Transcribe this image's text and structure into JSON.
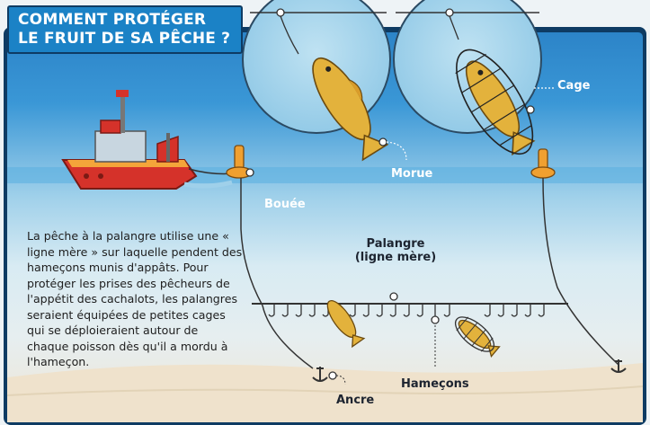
{
  "title": {
    "line1": "COMMENT PROTÉGER",
    "line2": "LE FRUIT DE SA PÊCHE ?"
  },
  "description": "La pêche à la palangre utilise une « ligne mère » sur laquelle pendent des hameçons munis d'appâts. Pour protéger les prises des pêcheurs de l'appétit des cachalots, les palangres seraient équipées de petites cages qui se déploieraient autour de chaque poisson dès qu'il a mordu à l'hameçon.",
  "labels": {
    "cage": "Cage",
    "morue": "Morue",
    "bouee": "Bouée",
    "palangre_line1": "Palangre",
    "palangre_line2": "(ligne mère)",
    "hamecons": "Hameçons",
    "ancre": "Ancre"
  },
  "colors": {
    "sea_top": "#2f8fd0",
    "sea_bottom": "#cfe3ec",
    "sand": "#efe3cf",
    "title_bg": "#1b82c6",
    "boat_red": "#d5322a",
    "fish": "#e3b23c",
    "buoy": "#f0a030"
  }
}
